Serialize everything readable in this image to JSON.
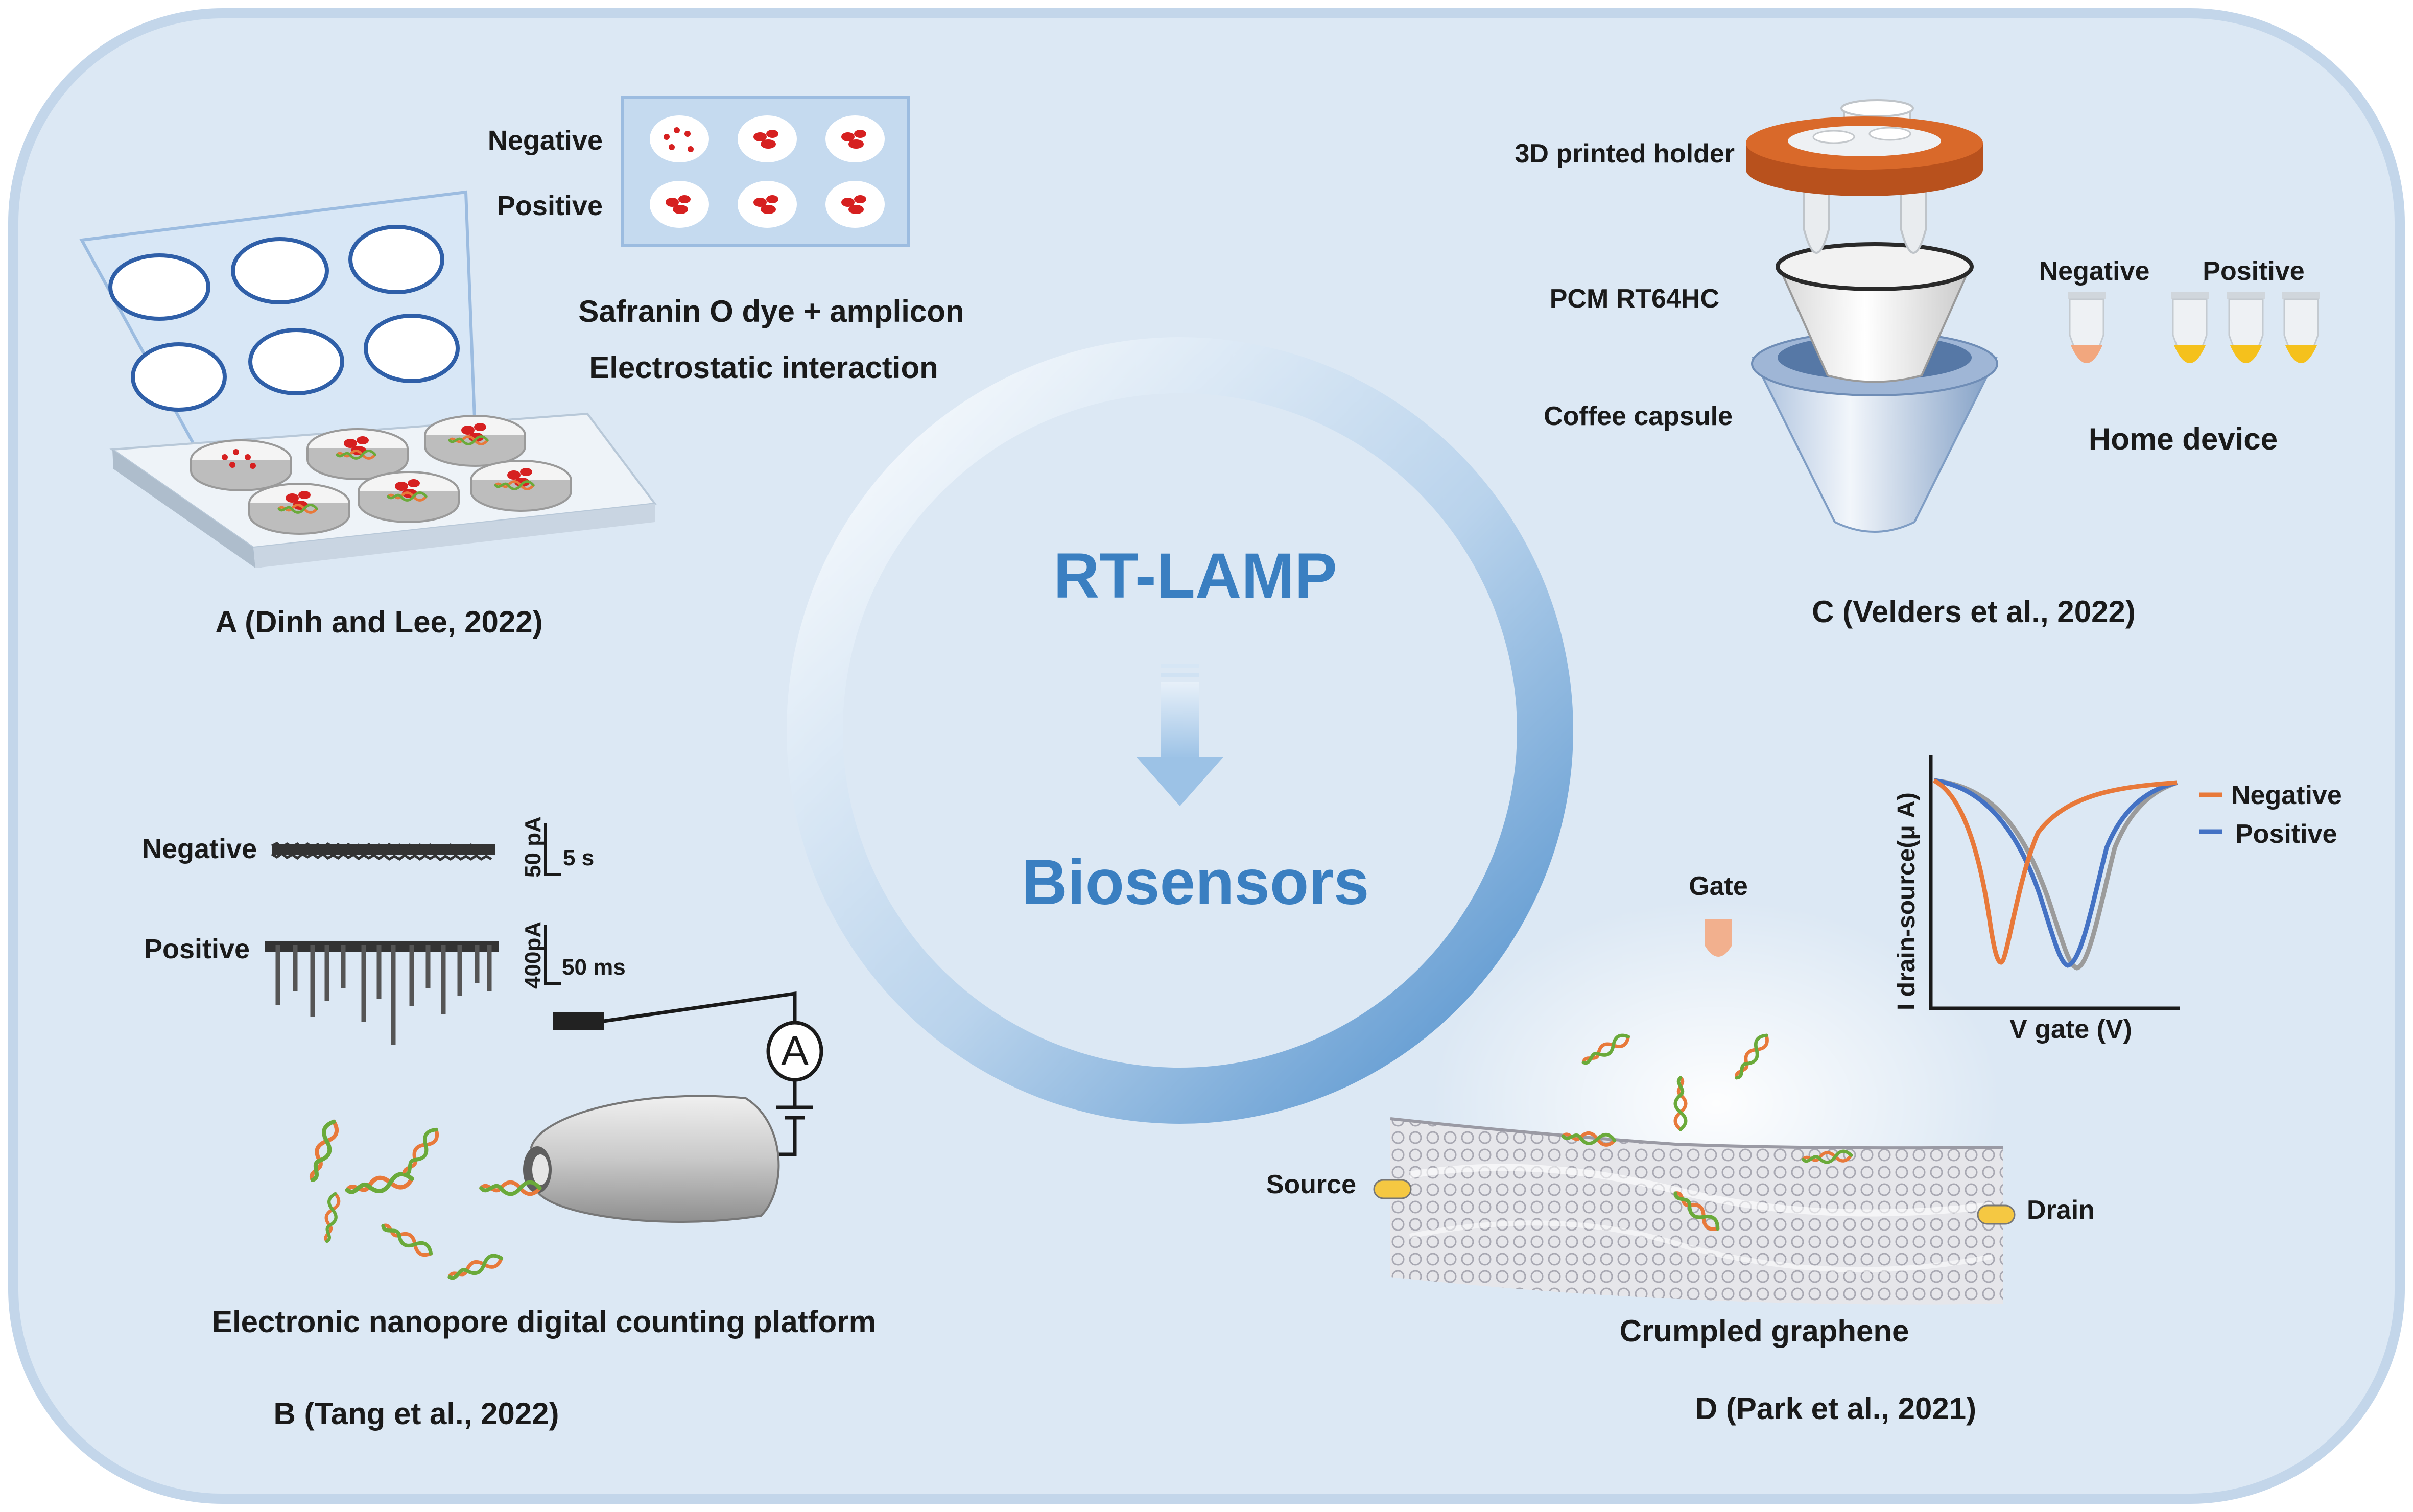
{
  "center": {
    "title": "RT-LAMP",
    "subtitle": "Biosensors",
    "title_color": "#3a7fc1"
  },
  "panel_a": {
    "row_negative": "Negative",
    "row_positive": "Positive",
    "note_line1": "Safranin O dye + amplicon",
    "note_line2": "Electrostatic interaction",
    "caption": "A (Dinh and Lee, 2022)"
  },
  "panel_b": {
    "trace_negative": "Negative",
    "trace_positive": "Positive",
    "neg_scale_current": "50 pA",
    "neg_scale_time": "5 s",
    "pos_scale_current": "400pA",
    "pos_scale_time": "50 ms",
    "meter_symbol": "A",
    "description": "Electronic nanopore digital counting platform",
    "caption": "B (Tang et al., 2022)"
  },
  "panel_c": {
    "holder_label": "3D printed holder",
    "pcm_label": "PCM RT64HC",
    "capsule_label": "Coffee capsule",
    "tube_negative": "Negative",
    "tube_positive": "Positive",
    "device_label": "Home device",
    "caption": "C (Velders et al., 2022)"
  },
  "panel_d": {
    "gate_label": "Gate",
    "source_label": "Source",
    "drain_label": "Drain",
    "surface_label": "Crumpled graphene",
    "plot_ylabel": "I drain-source(μ A)",
    "plot_xlabel": "V gate (V)",
    "legend_negative": "Negative",
    "legend_positive": "Positive",
    "caption": "D (Park et al., 2021)"
  },
  "colors": {
    "background": "#dce8f4",
    "outer": "#c3d6ea",
    "negative_curve": "#e8793a",
    "positive_curve": "#4472c4",
    "well_outline": "#2f5fa8",
    "holder": "#d9692a",
    "dye": "#d62020",
    "dna_orange": "#e8793a",
    "dna_green": "#6aaa3a"
  }
}
